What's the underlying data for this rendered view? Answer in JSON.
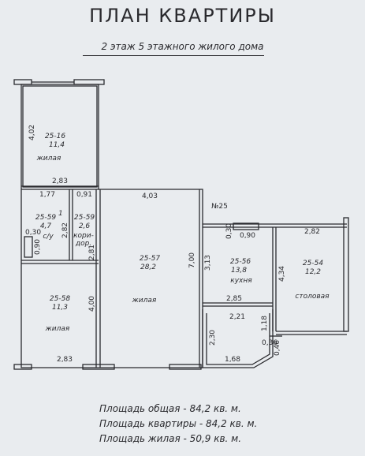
{
  "title": "ПЛАН КВАРТИРЫ",
  "subtitle": "2 этаж 5 этажного жилого дома",
  "label_n": "№25",
  "rooms": {
    "r1": {
      "id": "25-16",
      "area": "11,4",
      "name": "жилая"
    },
    "r2": {
      "id": "25-59",
      "area": "4,7",
      "name": "с/у"
    },
    "r3": {
      "id": "25-59",
      "area": "2,6",
      "name": "кори-\nдор."
    },
    "r4": {
      "id": "25-57",
      "area": "28,2",
      "name": "жилая"
    },
    "r5": {
      "id": "25-58",
      "area": "11,3",
      "name": "жилая"
    },
    "r6": {
      "id": "25-56",
      "area": "13,8",
      "name": "кухня"
    },
    "r7": {
      "id": "25-54",
      "area": "12,2",
      "name": "столовая"
    }
  },
  "r2_superscript": "1",
  "dims": {
    "d402": "4,02",
    "d283a": "2,83",
    "d177": "1,77",
    "d091": "0,91",
    "d403": "4,03",
    "d282a": "2,82",
    "d281": "2,81",
    "d030a": "0,30",
    "d090a": "0,90",
    "d700": "7,00",
    "d400": "4,00",
    "d283b": "2,83",
    "d030b": "0,30",
    "d090b": "0,90",
    "d313": "3,13",
    "d282b": "2,82",
    "d434": "4,34",
    "d285": "2,85",
    "d221": "2,21",
    "d118": "1,18",
    "d230": "2,30",
    "d036": "0,36",
    "d046": "0,46",
    "d168": "1,68"
  },
  "summary": {
    "total": "Площадь общая - 84,2 кв. м.",
    "apartment": "Площадь квартиры - 84,2 кв. м.",
    "living": "Площадь жилая - 50,9 кв. м."
  }
}
